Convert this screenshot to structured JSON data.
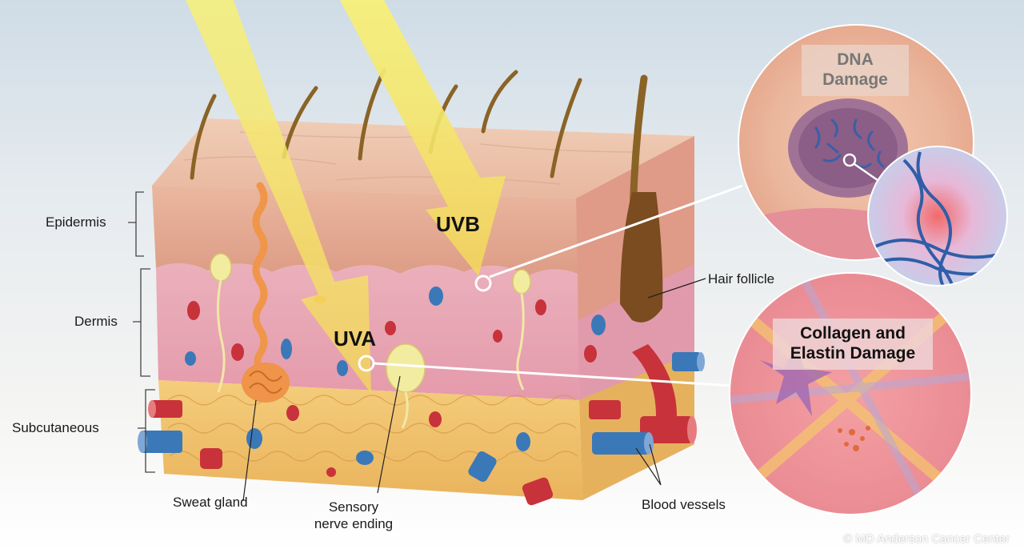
{
  "layers": {
    "epidermis": "Epidermis",
    "dermis": "Dermis",
    "subcutaneous": "Subcutaneous"
  },
  "rays": {
    "uvb": "UVB",
    "uva": "UVA"
  },
  "structures": {
    "hair_follicle": "Hair follicle",
    "sweat_gland": "Sweat gland",
    "sensory_line1": "Sensory",
    "sensory_line2": "nerve ending",
    "blood_vessels": "Blood vessels"
  },
  "callouts": {
    "dna_line1": "DNA",
    "dna_line2": "Damage",
    "collagen_line1": "Collagen and",
    "collagen_line2": "Elastin Damage"
  },
  "copyright": "© MD Anderson Cancer Center",
  "colors": {
    "uv_ray": "#f4ee7a",
    "epidermis": "#e6b49a",
    "dermis": "#e8a7b4",
    "subcutaneous": "#f0c06e",
    "artery": "#c8323a",
    "vein": "#3b78b8"
  }
}
